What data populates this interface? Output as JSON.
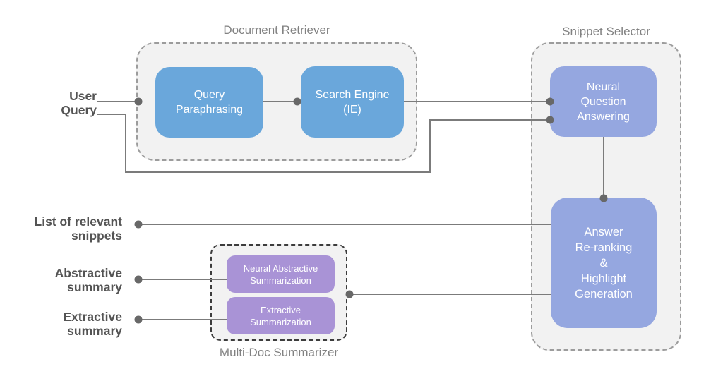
{
  "diagram": {
    "colors": {
      "blue_node": "#6AA7DB",
      "periwinkle_node": "#95A7E0",
      "purple_node": "#A993D6",
      "container_fill": "#F2F2F2",
      "container_border": "#9C9C9C",
      "summarizer_border": "#3C3C3C",
      "wire": "#7B7B7B",
      "dot": "#686868",
      "io_label_text": "#545454",
      "group_title_text": "#818181",
      "node_text": "#FFFFFF"
    },
    "groups": {
      "document_retriever": {
        "title": "Document Retriever"
      },
      "snippet_selector": {
        "title": "Snippet Selector"
      },
      "multi_doc_summarizer": {
        "title": "Multi-Doc Summarizer"
      }
    },
    "nodes": {
      "query_paraphrasing": {
        "label": "Query Paraphrasing",
        "lines": [
          "Query",
          "Paraphrasing"
        ]
      },
      "search_engine": {
        "label": "Search Engine (IE)",
        "lines": [
          "Search Engine",
          "(IE)"
        ]
      },
      "neural_question_answering": {
        "label": "Neural Question Answering",
        "lines": [
          "Neural",
          "Question",
          "Answering"
        ]
      },
      "answer_reranking": {
        "label": "Answer Re-ranking & Highlight Generation",
        "lines": [
          "Answer",
          "Re-ranking",
          "&",
          "Highlight",
          "Generation"
        ]
      },
      "neural_abstractive_summarization": {
        "label": "Neural Abstractive Summarization",
        "lines": [
          "Neural Abstractive",
          "Summarization"
        ]
      },
      "extractive_summarization": {
        "label": "Extractive Summarization",
        "lines": [
          "Extractive",
          "Summarization"
        ]
      }
    },
    "io_labels": {
      "user_query": {
        "label": "User Query",
        "lines": [
          "User",
          "Query"
        ]
      },
      "relevant_snippets": {
        "label": "List of relevant snippets",
        "lines": [
          "List of relevant",
          "snippets"
        ]
      },
      "abstractive_summary": {
        "label": "Abstractive summary",
        "lines": [
          "Abstractive",
          "summary"
        ]
      },
      "extractive_summary": {
        "label": "Extractive summary",
        "lines": [
          "Extractive",
          "summary"
        ]
      }
    }
  }
}
